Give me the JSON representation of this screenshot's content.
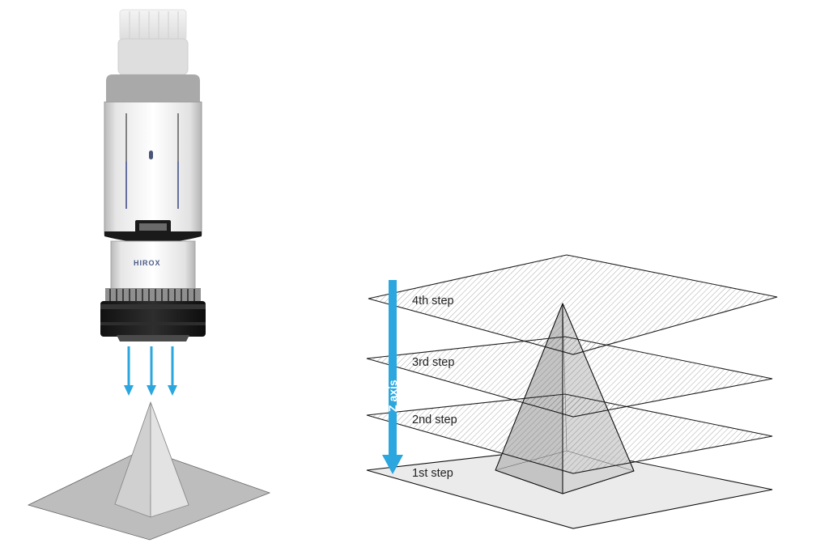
{
  "diagram": {
    "brand": "HIROX",
    "axis_label": "Z axis",
    "steps": [
      {
        "label": "4th step"
      },
      {
        "label": "3rd step"
      },
      {
        "label": "2nd step"
      },
      {
        "label": "1st step"
      }
    ]
  },
  "colors": {
    "accent": "#2ba6de",
    "plane_fill": "#ebebeb",
    "plane_stroke": "#111111",
    "pyramid_fill": "#c9c9c9"
  },
  "icons": [
    "microscope-icon",
    "arrow-down-icon"
  ]
}
